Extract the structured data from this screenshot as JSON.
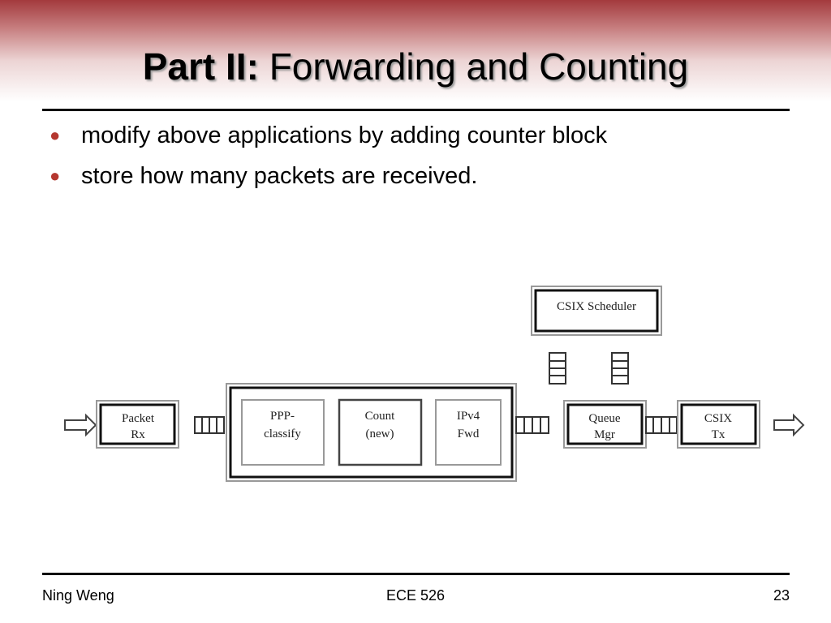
{
  "slide": {
    "title_bold": "Part II:",
    "title_rest": "Forwarding and Counting",
    "bullets": [
      "modify above applications by adding counter block",
      "store how many packets are received."
    ]
  },
  "diagram": {
    "blocks": {
      "packet_rx": [
        "Packet",
        "Rx"
      ],
      "ppp_classify": [
        "PPP-",
        "classify"
      ],
      "count": [
        "Count",
        "(new)"
      ],
      "ipv4_fwd": [
        "IPv4",
        "Fwd"
      ],
      "queue_mgr": [
        "Queue",
        "Mgr"
      ],
      "csix_tx": [
        "CSIX",
        "Tx"
      ],
      "csix_scheduler": [
        "CSIX Scheduler"
      ]
    }
  },
  "footer": {
    "author": "Ning Weng",
    "course": "ECE 526",
    "page": "23"
  },
  "colors": {
    "band_top": "#a33a3d",
    "bullet": "#b5372f"
  }
}
